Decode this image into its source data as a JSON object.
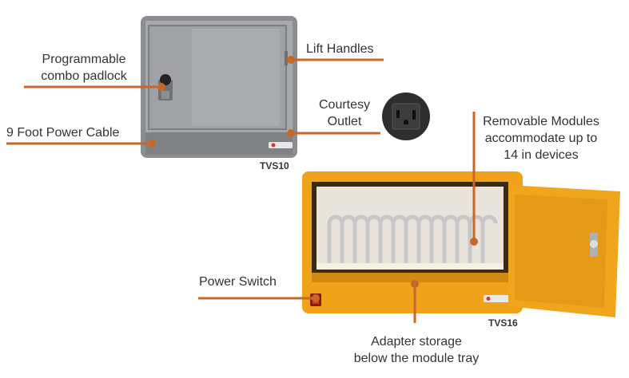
{
  "labels": {
    "padlock": [
      "Programmable",
      "combo padlock"
    ],
    "power_cable": "9 Foot Power Cable",
    "lift_handles": "Lift Handles",
    "courtesy_outlet": [
      "Courtesy",
      "Outlet"
    ],
    "removable_modules": [
      "Removable Modules",
      "accommodate up to",
      "14 in devices"
    ],
    "power_switch": "Power Switch",
    "adapter_storage": [
      "Adapter storage",
      "below the module tray"
    ]
  },
  "models": {
    "small": "TVS10",
    "large": "TVS16"
  },
  "colors": {
    "callout_line": "#c8672a",
    "gray_cabinet": "#8d8f92",
    "yellow_cabinet": "#f2a71b"
  }
}
